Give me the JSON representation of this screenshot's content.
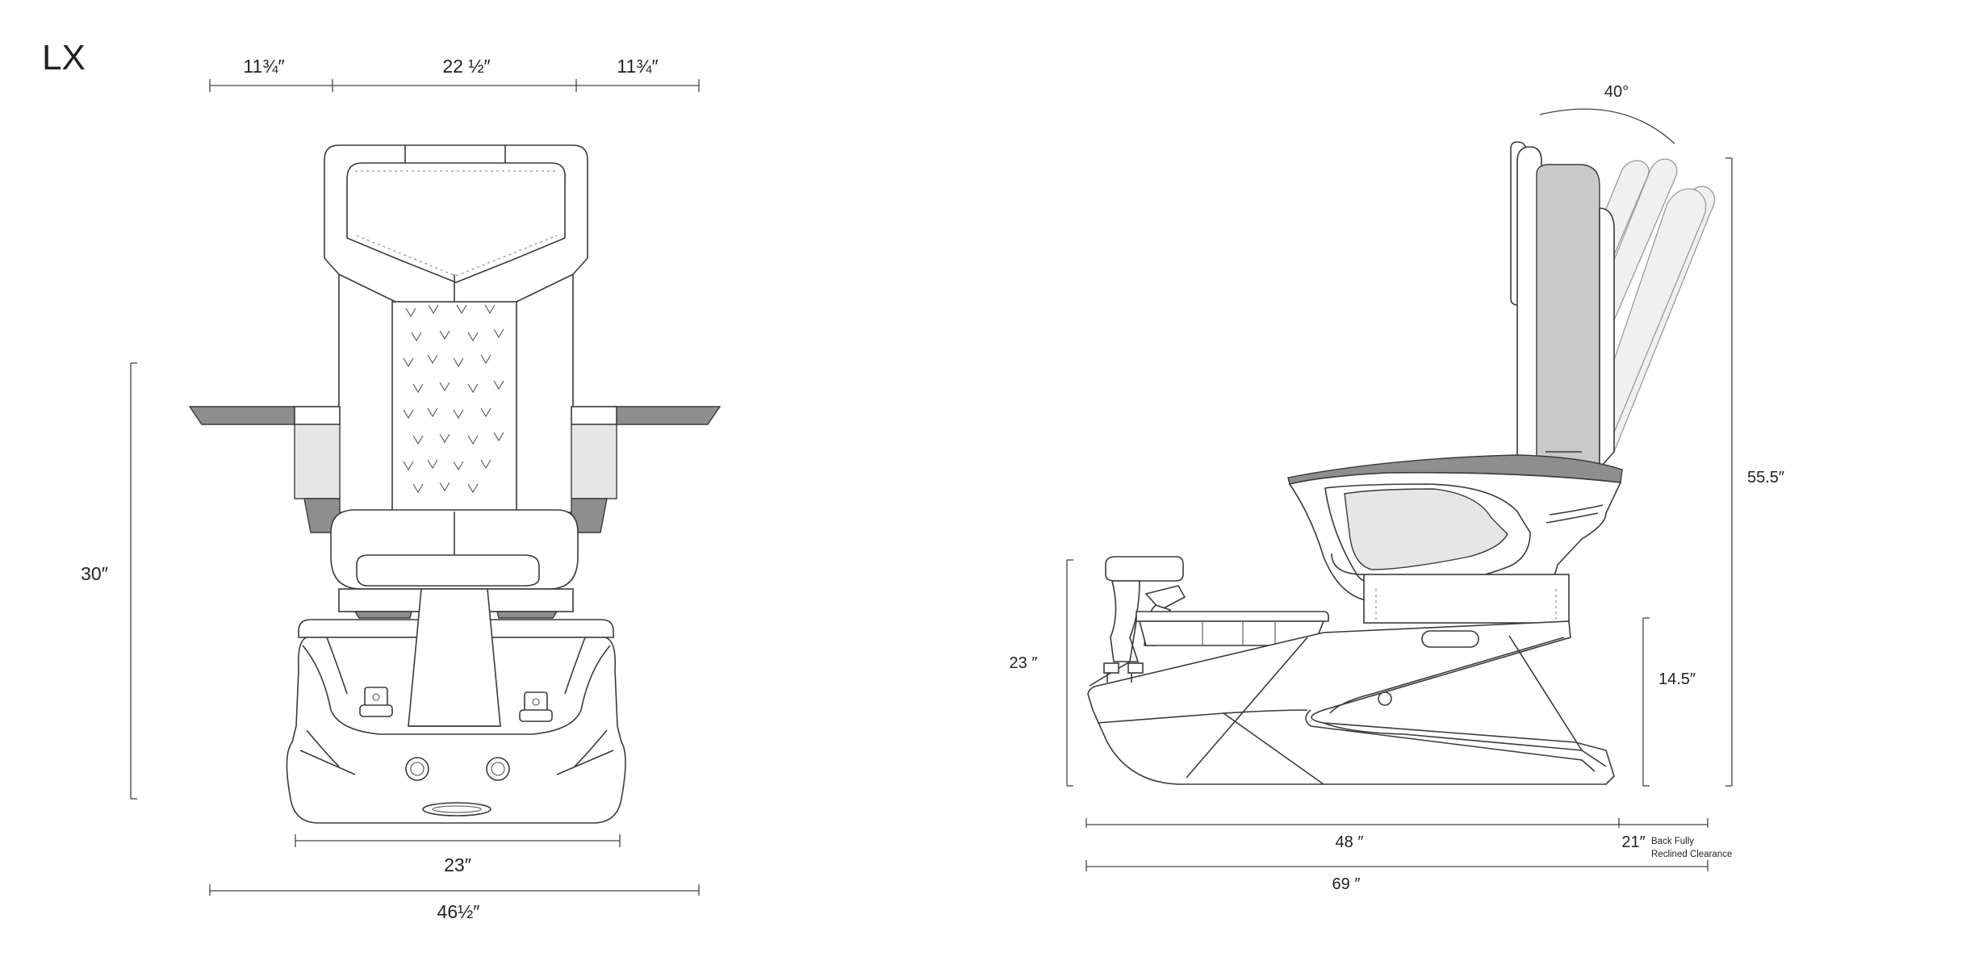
{
  "title": "LX",
  "front_view": {
    "top_left_width": "11¾″",
    "top_center_width": "22 ½″",
    "top_right_width": "11¾″",
    "height": "30″",
    "base_width": "23″",
    "overall_width": "46½″"
  },
  "side_view": {
    "recline_angle": "40°",
    "overall_height": "55.5″",
    "footrest_height": "23 ″",
    "seat_height": "14.5″",
    "base_length": "48 ″",
    "clearance_length": "21″",
    "clearance_note_line1": "Back Fully",
    "clearance_note_line2": "Reclined Clearance",
    "overall_length": "69 ″"
  }
}
